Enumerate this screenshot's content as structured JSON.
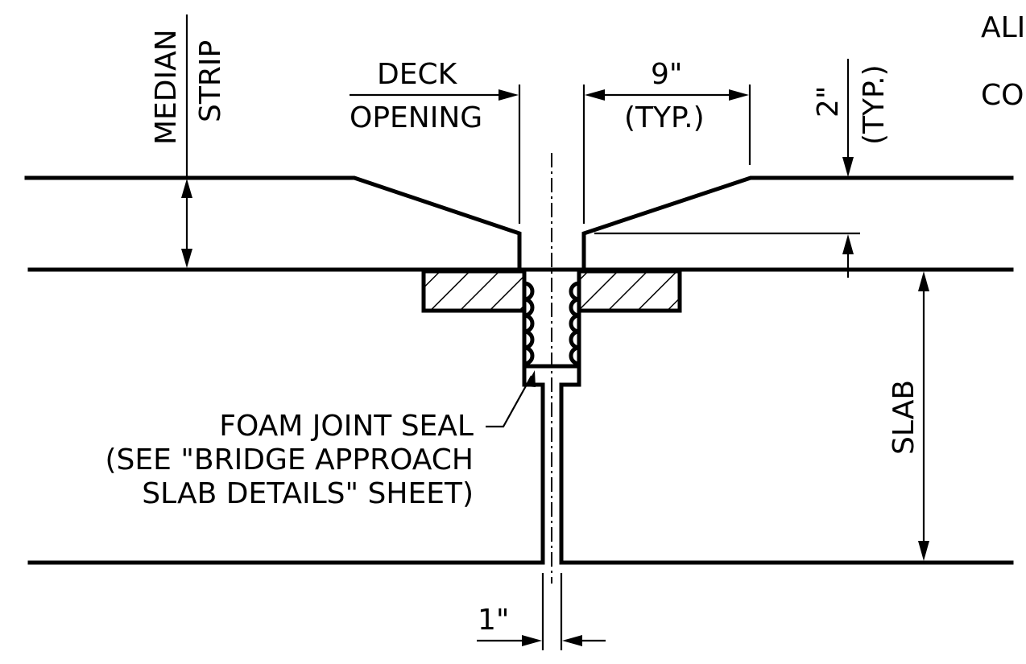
{
  "labels": {
    "median_strip_line1": "MEDIAN",
    "median_strip_line2": "STRIP",
    "deck_opening_line1": "DECK",
    "deck_opening_line2": "OPENING",
    "nine_inch": "9\"",
    "nine_inch_typ": "(TYP.)",
    "two_inch": "2\"",
    "two_inch_typ": "(TYP.)",
    "right_note_line1": "ALI",
    "right_note_line2": "CO",
    "slab": "SLAB",
    "foam_seal_line1": "FOAM JOINT SEAL",
    "foam_seal_line2": "(SEE \"BRIDGE APPROACH",
    "foam_seal_line3": "SLAB DETAILS\" SHEET)",
    "one_inch": "1\""
  }
}
